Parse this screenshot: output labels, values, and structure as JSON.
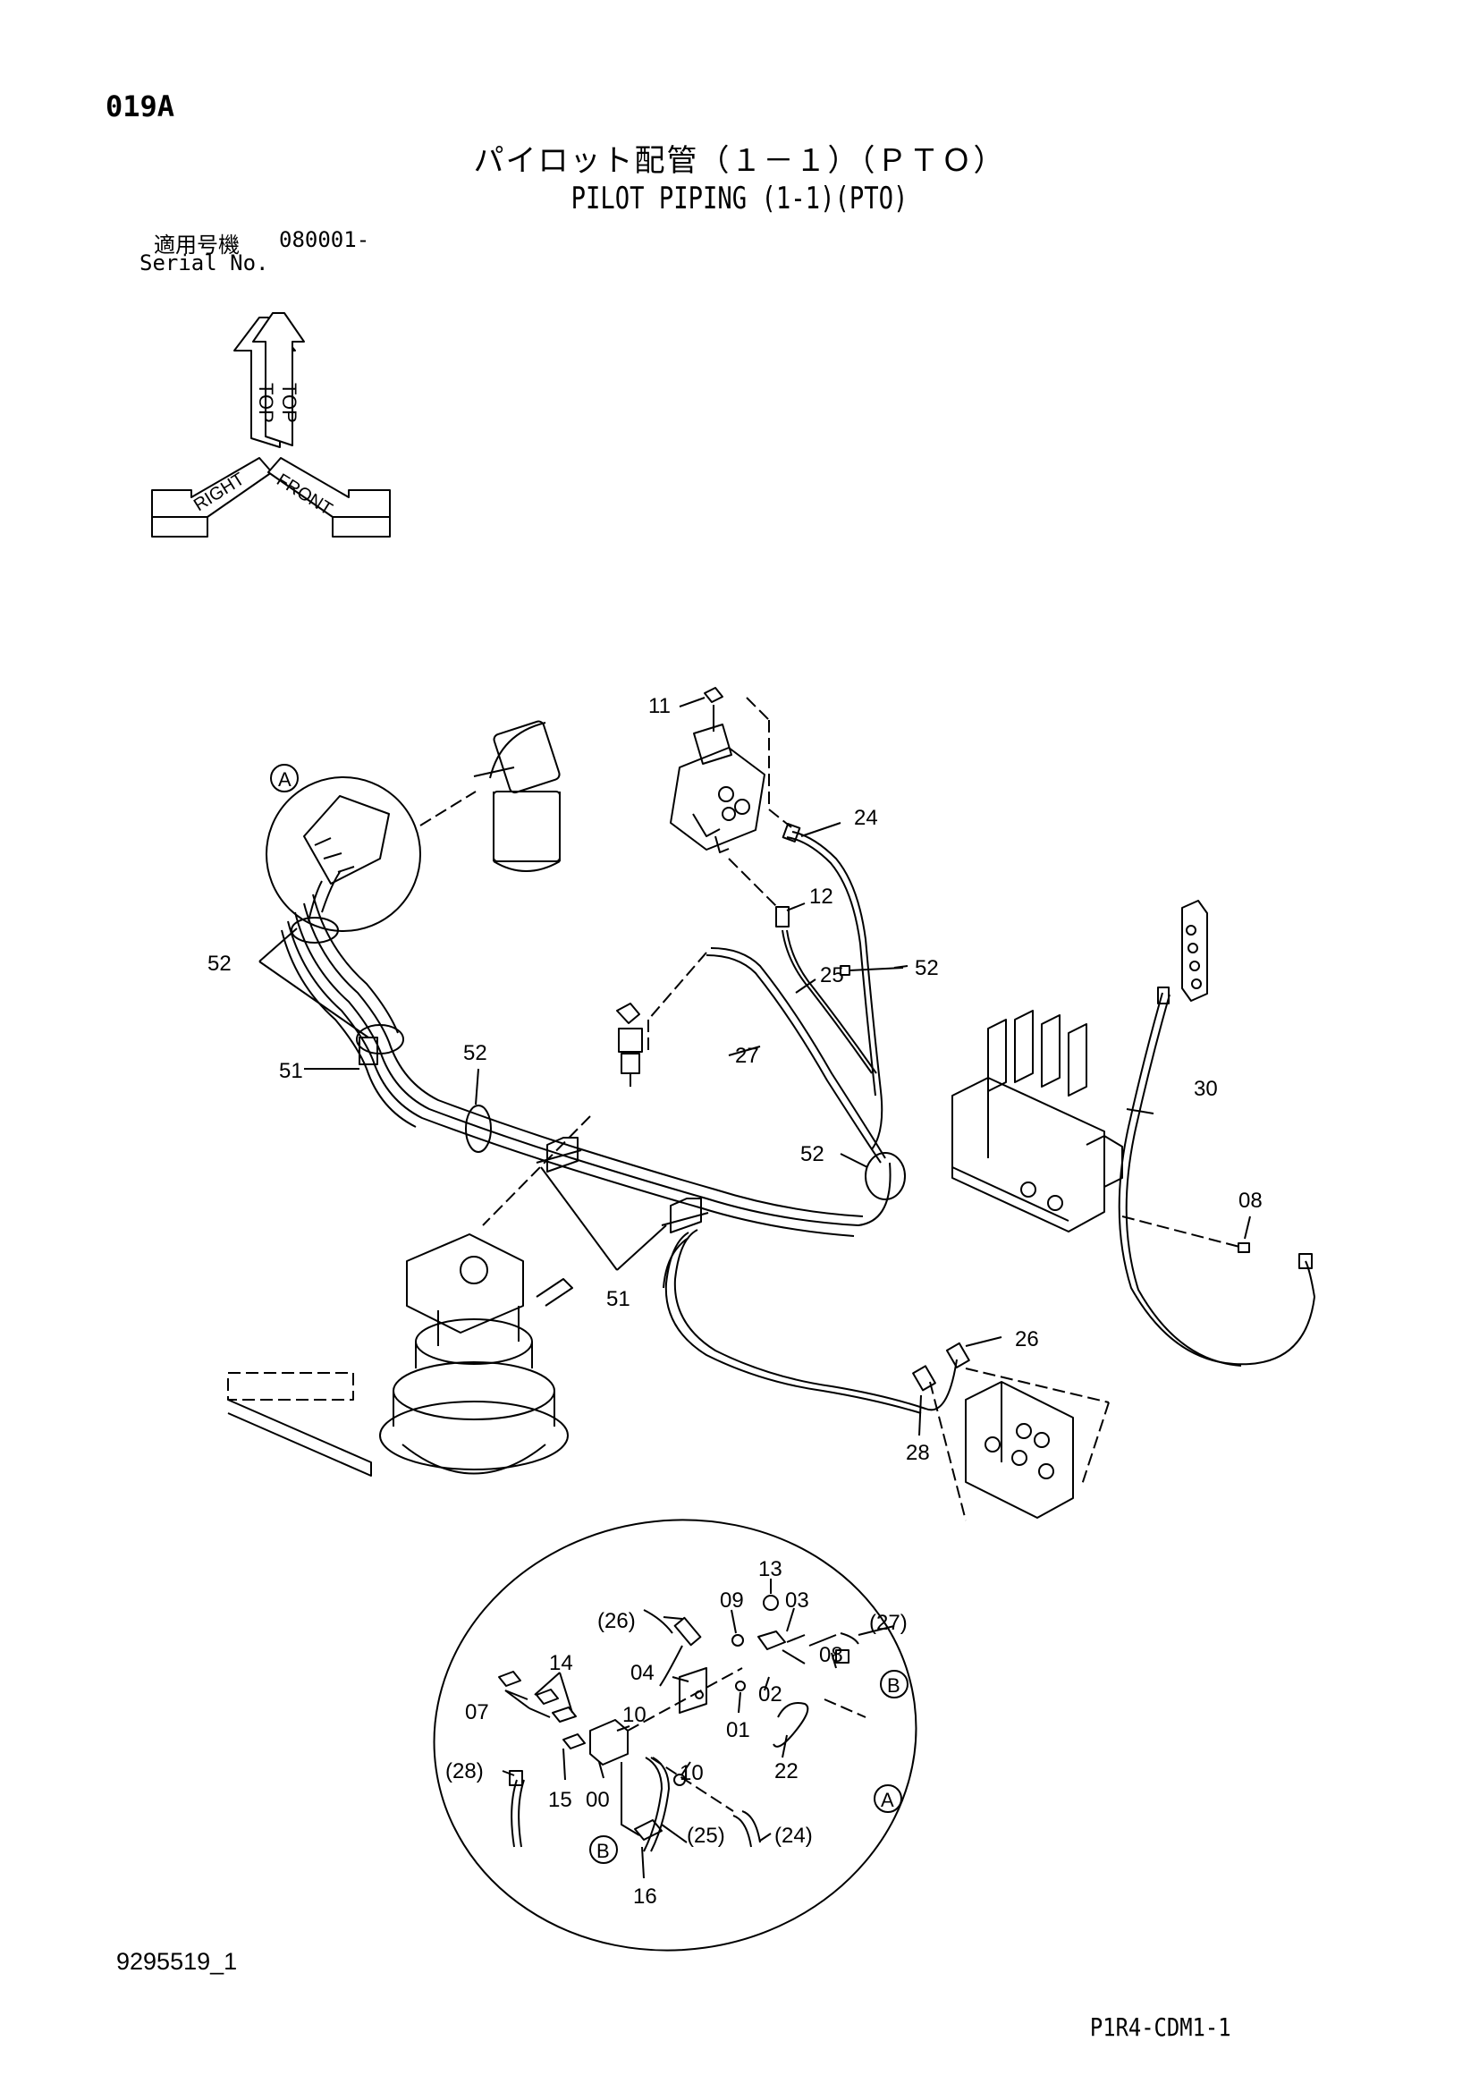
{
  "header": {
    "page_code": "019A",
    "title_jp": "パイロット配管（１－１）（ＰＴＯ）",
    "title_en": "PILOT PIPING (1-1)(PTO)",
    "serial_label_jp": "適用号機",
    "serial_value": "080001-",
    "serial_label_en": "Serial No."
  },
  "orientation": {
    "top": "TOP",
    "right": "RIGHT",
    "front": "FRONT"
  },
  "callouts": {
    "c11": "11",
    "c24": "24",
    "c12": "12",
    "c25": "25",
    "c52_a": "52",
    "c52_b": "52",
    "c52_c": "52",
    "c52_d": "52",
    "c51_a": "51",
    "c51_b": "51",
    "c27": "27",
    "c30": "30",
    "c08": "08",
    "c26": "26",
    "c28": "28",
    "circle_a": "A"
  },
  "detail": {
    "d13": "13",
    "d09": "09",
    "d03": "03",
    "d26": "(26)",
    "d27": "(27)",
    "d08": "08",
    "d14": "14",
    "d04": "04",
    "d02": "02",
    "d07": "07",
    "d10_a": "10",
    "d01": "01",
    "d22": "22",
    "d28": "(28)",
    "d10_b": "10",
    "d15": "15",
    "d00": "00",
    "d25": "(25)",
    "d24": "(24)",
    "d16": "16",
    "circle_a": "A",
    "circle_b1": "B",
    "circle_b2": "B"
  },
  "footer": {
    "doc_id": "9295519_1",
    "ref_code": "P1R4-CDM1-1"
  }
}
